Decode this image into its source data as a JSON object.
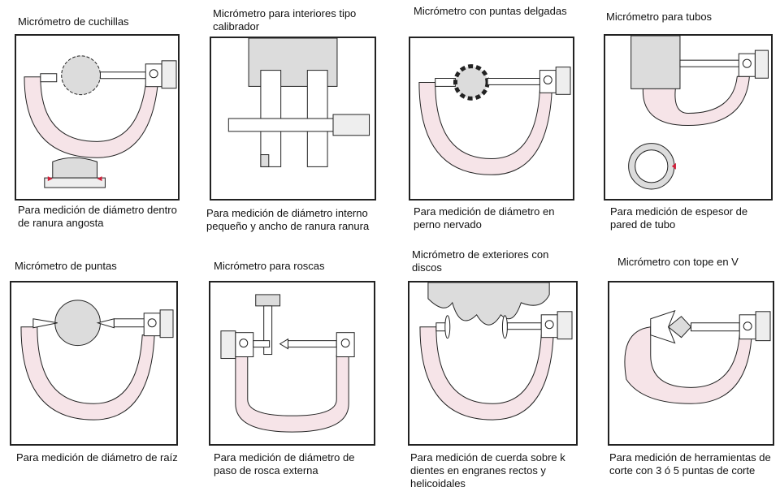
{
  "panels": [
    {
      "title": "Micrómetro de cuchillas",
      "caption": "Para medición de diámetro dentro de ranura angosta"
    },
    {
      "title": "Micrómetro para interiores tipo calibrador",
      "caption": "Para medición de diámetro interno pequeño y ancho de ranura ranura"
    },
    {
      "title": "Micrómetro con puntas delgadas",
      "caption": "Para medición de diámetro en perno nervado"
    },
    {
      "title": "Micrómetro para tubos",
      "caption": "Para medición de espesor de pared de tubo"
    },
    {
      "title": "Micrómetro de puntas",
      "caption": "Para medición de diámetro de raíz"
    },
    {
      "title": "Micrómetro para roscas",
      "caption": "Para medición de diámetro de paso de rosca externa"
    },
    {
      "title": "Micrómetro de exteriores con discos",
      "caption": "Para medición de cuerda sobre k dientes en engranes rectos y helicoidales"
    },
    {
      "title": "Micrómetro con tope en V",
      "caption": "Para medición de herramientas de corte con 3 ó 5 puntas de corte"
    }
  ],
  "colors": {
    "frame": "#f6e4e8",
    "outline": "#222222",
    "part": "#dcdcdc",
    "marker": "#d0203a"
  }
}
